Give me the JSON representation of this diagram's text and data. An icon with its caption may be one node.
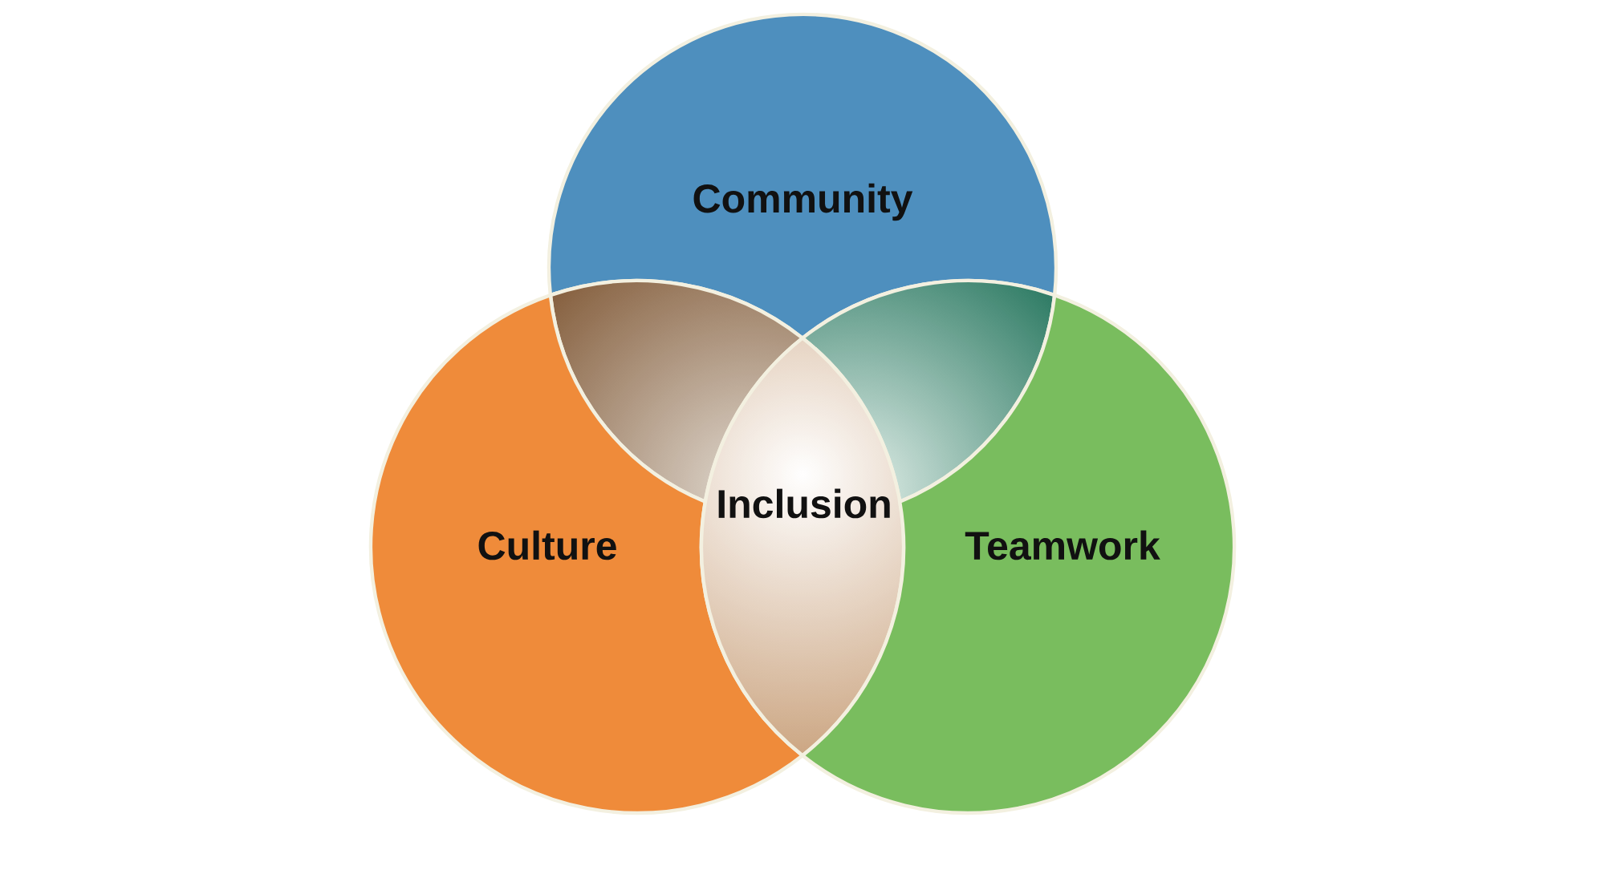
{
  "diagram": {
    "nodes": [
      {
        "text": [
          "Community"
        ]
      },
      {
        "text": [],
        "shape": "lens"
      },
      {
        "text": [],
        "shape": "lens"
      },
      {
        "text": [
          "Culture"
        ]
      },
      {
        "text": [
          "Inclusion"
        ]
      },
      {
        "text": [
          "Teamwork"
        ]
      }
    ]
  }
}
